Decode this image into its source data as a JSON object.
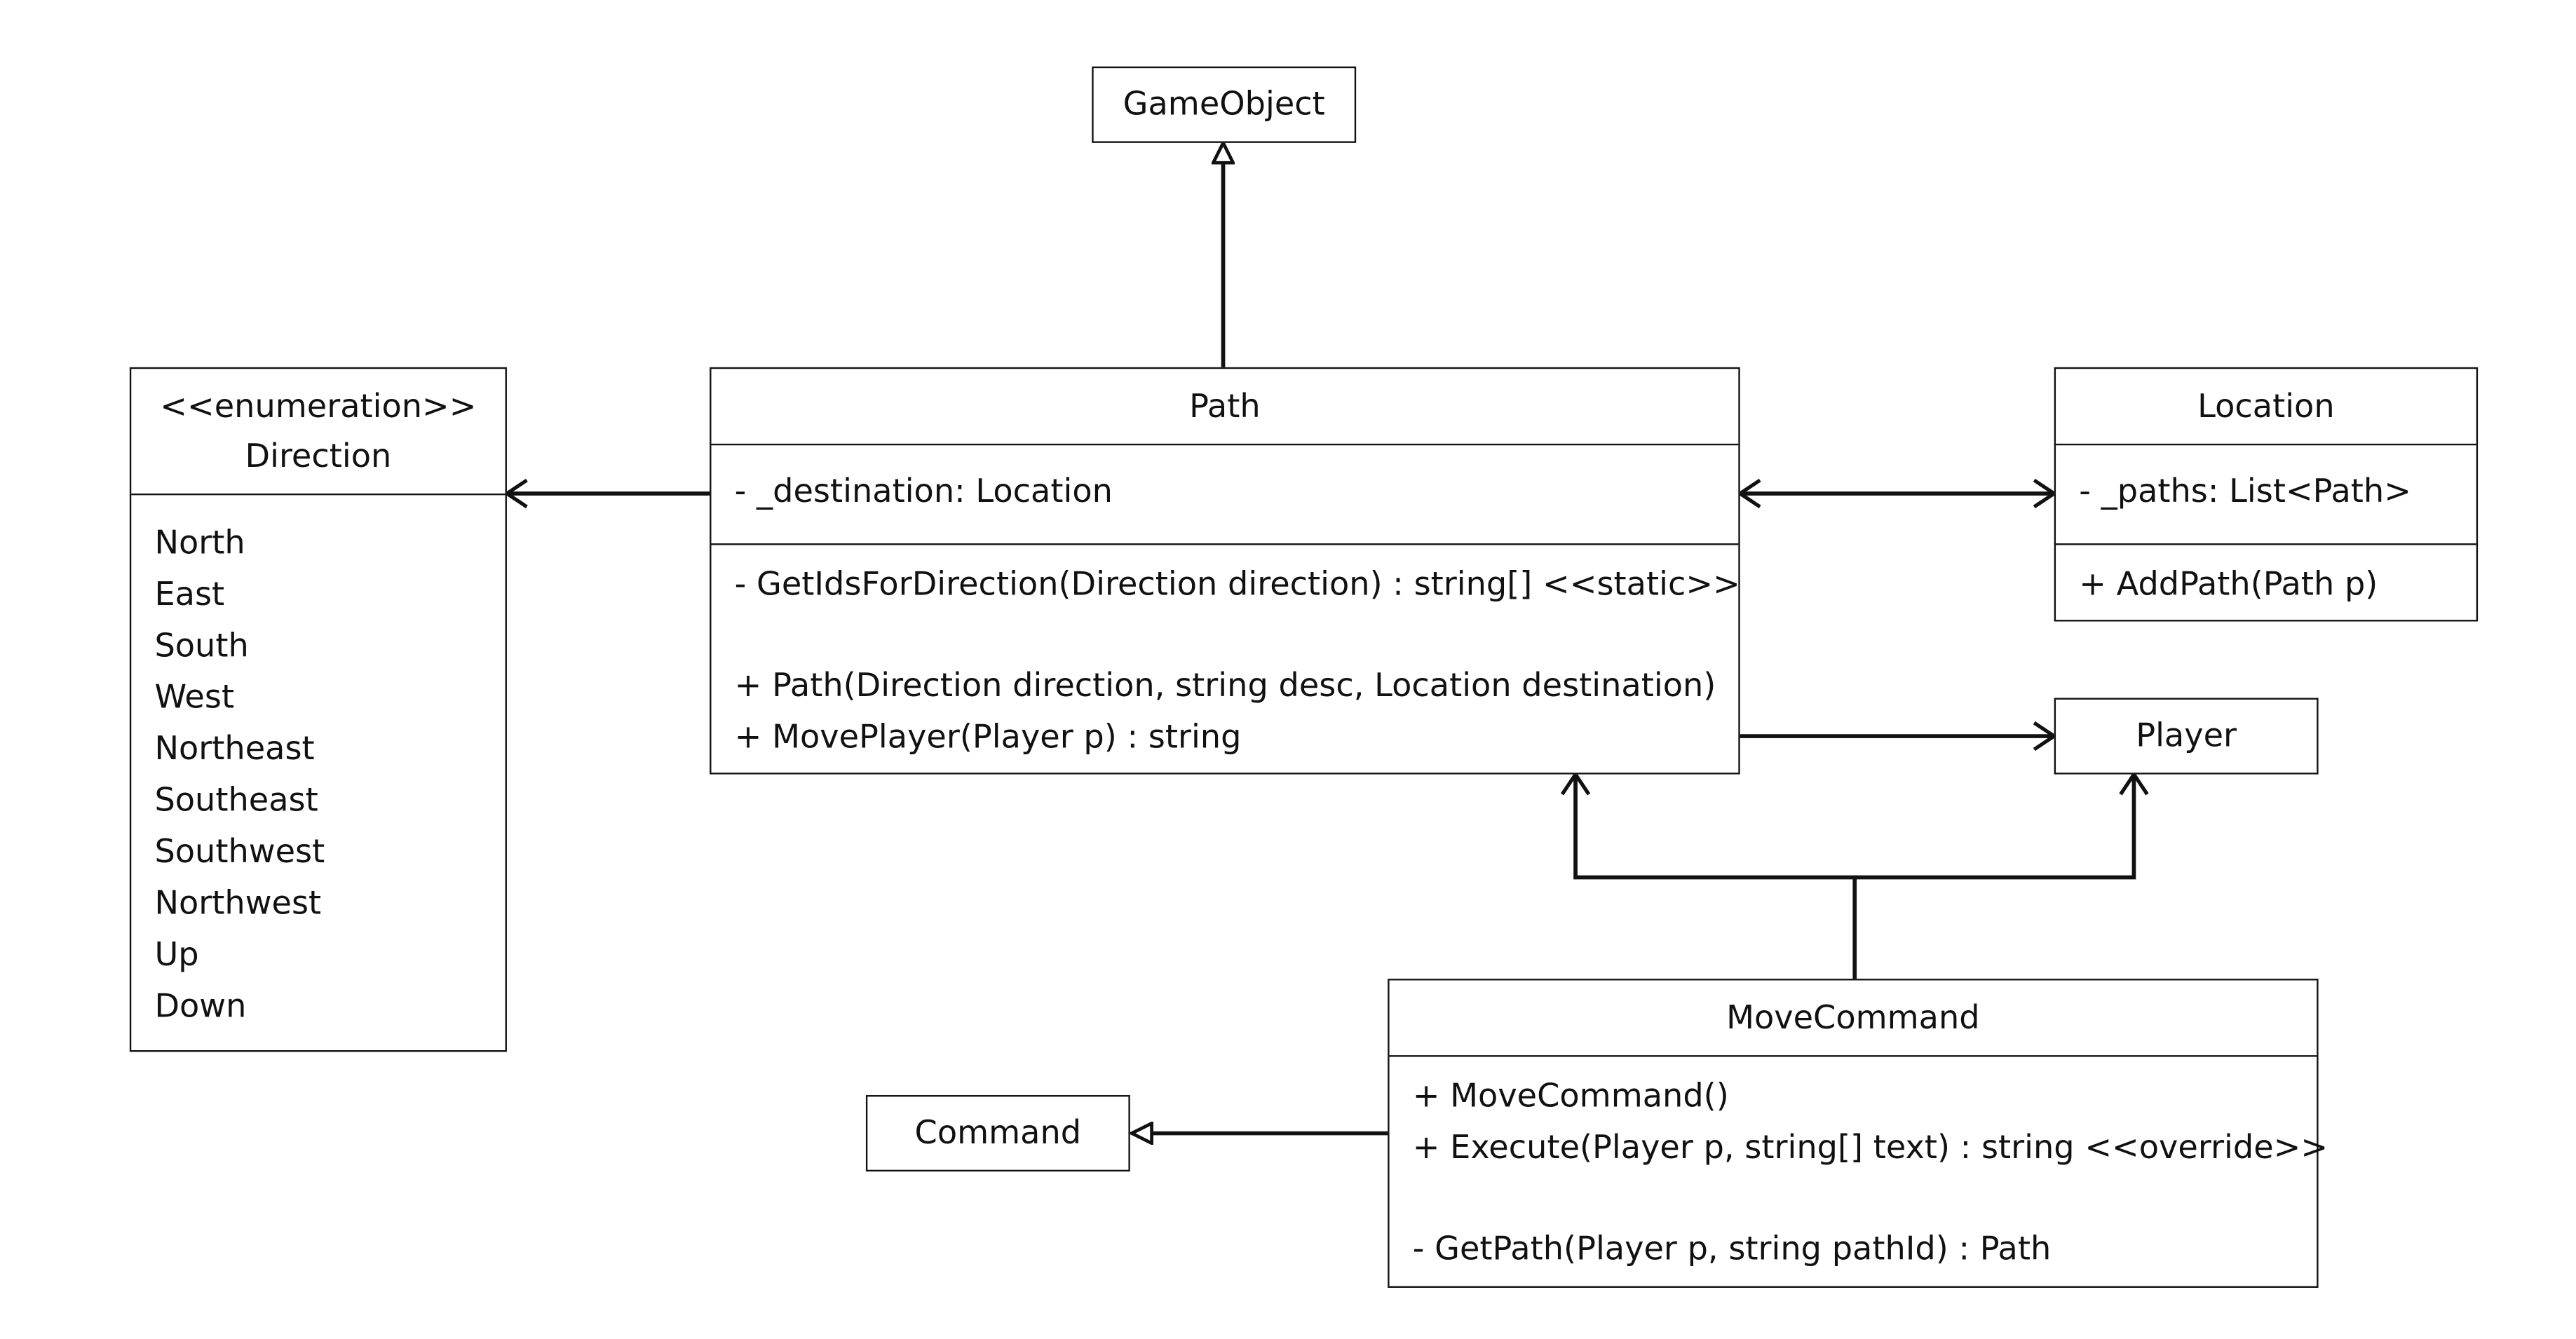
{
  "classes": {
    "gameobject": {
      "name": "GameObject"
    },
    "path": {
      "name": "Path",
      "attributes": [
        "- _destination: Location"
      ],
      "methods": [
        "- GetIdsForDirection(Direction direction) : string[] <<static>>",
        "+ Path(Direction direction, string desc, Location destination)",
        "+ MovePlayer(Player p) : string"
      ]
    },
    "direction": {
      "stereotype": "<<enumeration>>",
      "name": "Direction",
      "literals": [
        "North",
        "East",
        "South",
        "West",
        "Northeast",
        "Southeast",
        "Southwest",
        "Northwest",
        "Up",
        "Down"
      ]
    },
    "location": {
      "name": "Location",
      "attributes": [
        "- _paths: List<Path>"
      ],
      "methods": [
        "+ AddPath(Path p)"
      ]
    },
    "player": {
      "name": "Player"
    },
    "movecommand": {
      "name": "MoveCommand",
      "methods": [
        "+ MoveCommand()",
        "+ Execute(Player p, string[] text) : string <<override>>",
        "- GetPath(Player p, string pathId) : Path"
      ]
    },
    "command": {
      "name": "Command"
    }
  },
  "colors": {
    "stroke": "#111111",
    "background": "#ffffff"
  }
}
